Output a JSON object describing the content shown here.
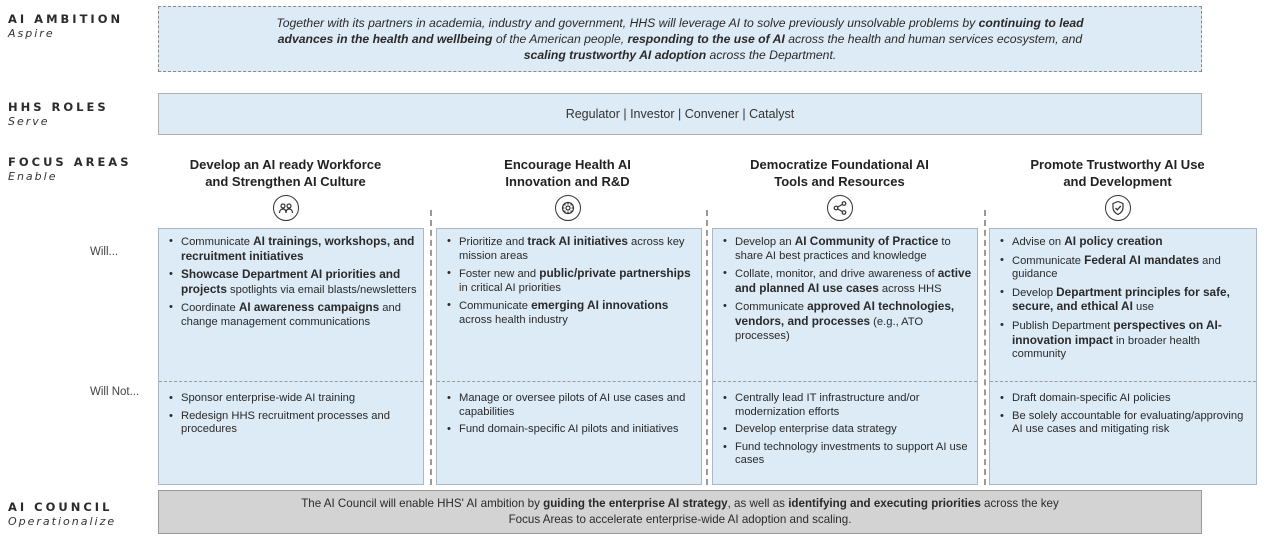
{
  "rows": {
    "ambition": {
      "title": "AI AMBITION",
      "subtitle": "Aspire"
    },
    "roles": {
      "title": "HHS ROLES",
      "subtitle": "Serve"
    },
    "focus": {
      "title": "FOCUS AREAS",
      "subtitle": "Enable"
    },
    "council": {
      "title": "AI COUNCIL",
      "subtitle": "Operationalize"
    }
  },
  "ambition_text": {
    "p1": "Together with its partners in academia, industry and government, HHS will leverage AI to solve previously unsolvable problems by ",
    "b1": "continuing to lead advances in the health and wellbeing",
    "p2": " of the American people, ",
    "b2": "responding to the use of AI",
    "p3": " across the health and human services ecosystem, and ",
    "b3": "scaling trustworthy AI adoption",
    "p4": " across the Department."
  },
  "roles_text": "Regulator | Investor | Convener | Catalyst",
  "side_labels": {
    "will": "Will...",
    "will_not": "Will Not..."
  },
  "focus_areas": [
    {
      "title_line1": "Develop an AI ready  Workforce",
      "title_line2": "and Strengthen AI Culture",
      "icon": "people-network-icon",
      "will": [
        {
          "pre": "Communicate ",
          "bold": "AI trainings, workshops, and recruitment initiatives",
          "post": ""
        },
        {
          "pre": "",
          "bold": "Showcase Department AI priorities and projects",
          "post": " spotlights via email blasts/newsletters"
        },
        {
          "pre": "Coordinate ",
          "bold": "AI awareness campaigns",
          "post": " and change management communications"
        }
      ],
      "will_not": [
        "Sponsor enterprise-wide AI training",
        "Redesign HHS recruitment processes and procedures"
      ]
    },
    {
      "title_line1": "Encourage Health AI",
      "title_line2": "Innovation and  R&D",
      "icon": "brain-gear-icon",
      "will": [
        {
          "pre": "Prioritize and ",
          "bold": "track AI initiatives",
          "post": " across key mission areas"
        },
        {
          "pre": "Foster new and ",
          "bold": "public/private partnerships",
          "post": " in critical AI priorities"
        },
        {
          "pre": "Communicate ",
          "bold": "emerging AI innovations",
          "post": " across health industry"
        }
      ],
      "will_not": [
        "Manage or oversee pilots of AI use cases and capabilities",
        "Fund domain-specific AI pilots and initiatives"
      ]
    },
    {
      "title_line1": "Democratize Foundational AI",
      "title_line2": "Tools  and Resources",
      "icon": "share-icon",
      "will": [
        {
          "pre": "Develop an ",
          "bold": "AI Community of Practice",
          "post": " to share AI best practices and knowledge"
        },
        {
          "pre": "Collate, monitor, and drive awareness of ",
          "bold": "active and planned AI use cases",
          "post": " across HHS"
        },
        {
          "pre": "Communicate ",
          "bold": "approved AI technologies, vendors, and processes",
          "post": " (e.g., ATO processes)"
        }
      ],
      "will_not": [
        "Centrally lead IT infrastructure and/or modernization efforts",
        "Develop enterprise data strategy",
        "Fund technology investments to support AI use cases"
      ]
    },
    {
      "title_line1": "Promote  Trustworthy AI Use",
      "title_line2": "and Development",
      "icon": "shield-check-icon",
      "will": [
        {
          "pre": "Advise on ",
          "bold": "AI policy creation",
          "post": ""
        },
        {
          "pre": "Communicate ",
          "bold": "Federal AI mandates",
          "post": " and guidance"
        },
        {
          "pre": "Develop ",
          "bold": "Department principles for safe, secure, and ethical AI",
          "post": " use"
        },
        {
          "pre": "Publish Department ",
          "bold": "perspectives on AI-innovation impact",
          "post": " in broader health community"
        }
      ],
      "will_not": [
        "Draft domain-specific AI policies",
        "Be solely accountable for evaluating/approving AI use cases and mitigating risk"
      ]
    }
  ],
  "council_text": {
    "p1": "The AI Council will enable HHS' AI ambition by ",
    "b1": "guiding the enterprise AI strategy",
    "p2": ", as well as ",
    "b2": "identifying and executing priorities",
    "p3": " across the key Focus Areas to accelerate  enterprise-wide AI adoption and scaling."
  }
}
